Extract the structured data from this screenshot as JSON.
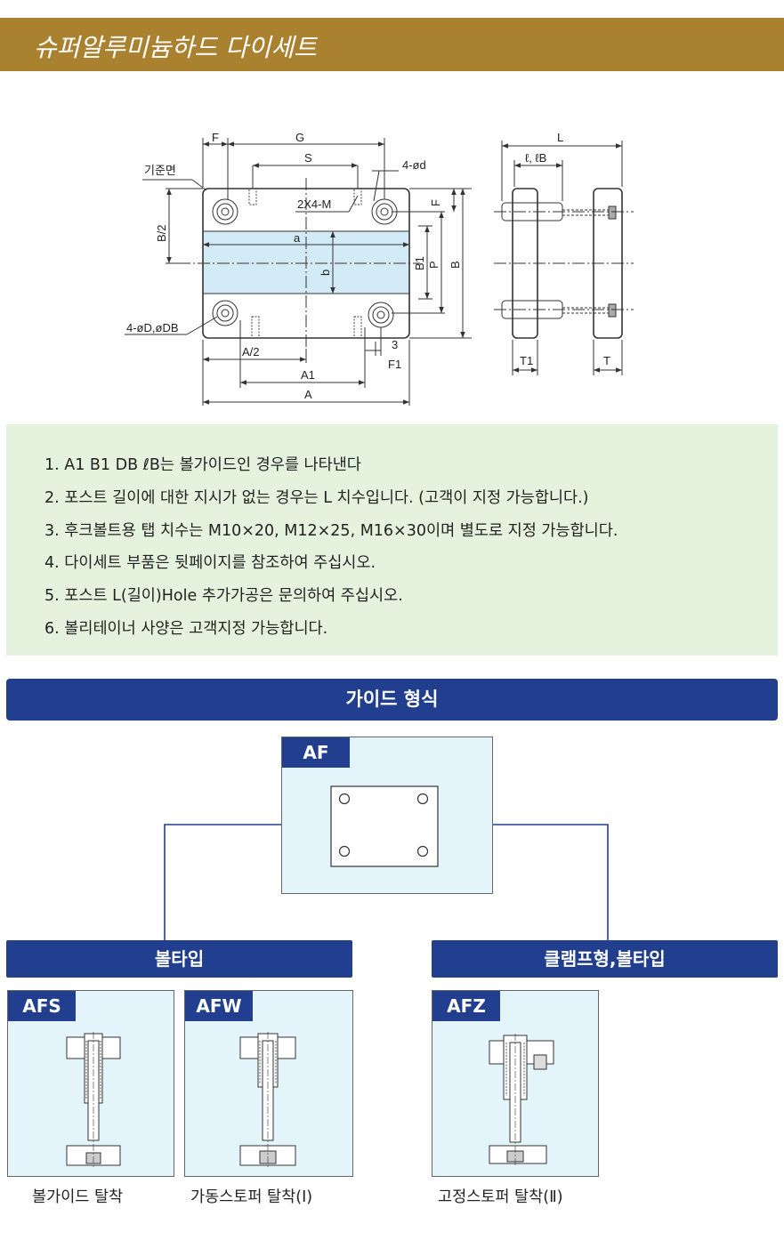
{
  "header": {
    "title": "슈퍼알루미늄하드 다이세트"
  },
  "drawing": {
    "dims": {
      "F": "F",
      "G": "G",
      "S": "S",
      "hole_d": "4-ød",
      "ref_face": "기준면",
      "screw": "2X4-M",
      "half_B": "B/2",
      "a": "a",
      "b": "b",
      "B1": "B1",
      "P": "P",
      "B": "B",
      "hole_D": "4-øD,øDB",
      "half_A": "A/2",
      "three": "3",
      "F1": "F1",
      "A1": "A1",
      "A": "A",
      "L": "L",
      "l_lb": "ℓ, ℓB",
      "T1": "T1",
      "T": "T"
    }
  },
  "notes": [
    "1. A1 B1 DB ℓB는 볼가이드인 경우를 나타낸다",
    "2. 포스트 길이에 대한 지시가 없는 경우는 L 치수입니다. (고객이 지정 가능합니다.)",
    "3. 후크볼트용 탭 치수는 M10×20, M12×25, M16×30이며 별도로 지정 가능합니다.",
    "4. 다이세트 부품은 뒷페이지를 참조하여 주십시오.",
    "5. 포스트 L(길이)Hole 추가가공은 문의하여 주십시오.",
    "6. 볼리테이너 사양은 고객지정 가능합니다."
  ],
  "guide": {
    "title": "가이드 형식",
    "root_tag": "AF",
    "ball_type": "볼타입",
    "clamp_type": "클램프형,볼타입",
    "types": [
      {
        "tag": "AFS",
        "caption": "볼가이드 탈착"
      },
      {
        "tag": "AFW",
        "caption": "가동스토퍼 탈착(Ⅰ)"
      },
      {
        "tag": "AFZ",
        "caption": "고정스토퍼 탈착(Ⅱ)"
      }
    ]
  },
  "colors": {
    "gold": "#a9812f",
    "navy": "#213f8e",
    "note_bg": "#e4f2de",
    "panel_bg": "#e4f4fb",
    "highlight": "#d3ebf6"
  }
}
